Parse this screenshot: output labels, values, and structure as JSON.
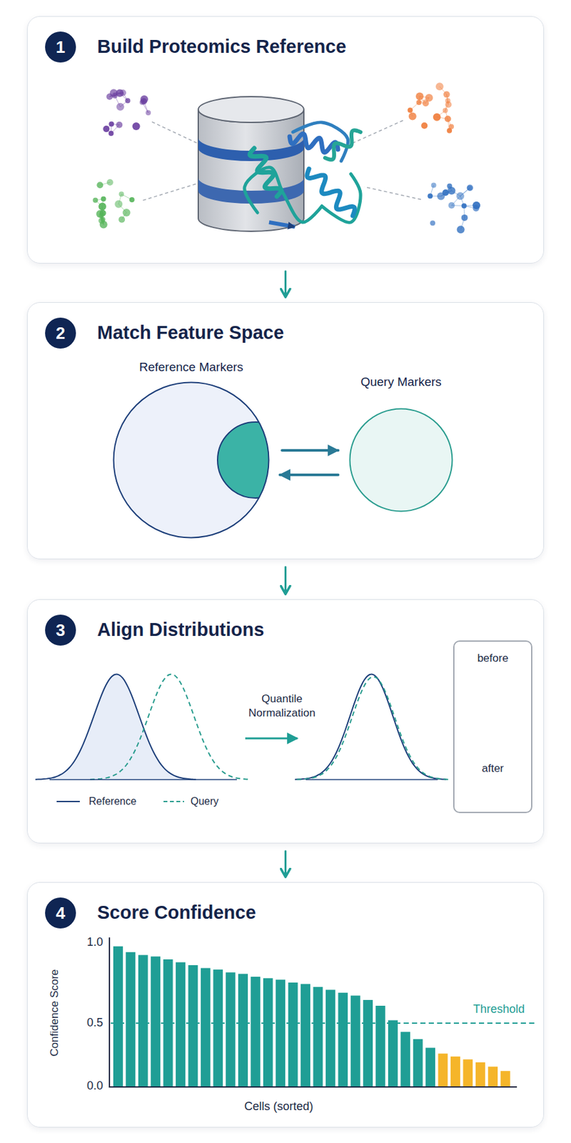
{
  "diagram": {
    "nodes": [
      {
        "text": [
          "Build Proteomics Reference"
        ]
      },
      {
        "text": [
          "1"
        ],
        "in": 0
      },
      {
        "text": [
          "Match Feature Space"
        ]
      },
      {
        "text": [
          "2"
        ],
        "in": 2
      },
      {
        "text": [
          "Reference Markers"
        ],
        "in": 2
      },
      {
        "text": [
          "Query Markers"
        ],
        "in": 2
      },
      {
        "text": [
          "Align Distributions"
        ]
      },
      {
        "text": [
          "3"
        ],
        "in": 6
      },
      {
        "text": [
          "before",
          "after"
        ],
        "in": 6
      },
      {
        "text": [
          "Score Confidence"
        ]
      },
      {
        "text": [
          "4"
        ],
        "in": 9
      }
    ],
    "edges": [
      {
        "from": 0,
        "to": 2,
        "arrow": "to"
      },
      {
        "from": 2,
        "to": 6,
        "arrow": "to"
      },
      {
        "from": 6,
        "to": 9,
        "arrow": "to"
      },
      {
        "from": 4,
        "to": 5,
        "arrow": "to"
      },
      {
        "from": 5,
        "to": 4,
        "arrow": "to"
      }
    ],
    "labels": [
      "Quantile Normalization",
      "1.0",
      "0.5",
      "0.0",
      "Confidence Score",
      "Threshold",
      "Cells (sorted)"
    ],
    "legend": [
      {
        "text": "Reference"
      },
      {
        "text": "Query"
      }
    ]
  }
}
